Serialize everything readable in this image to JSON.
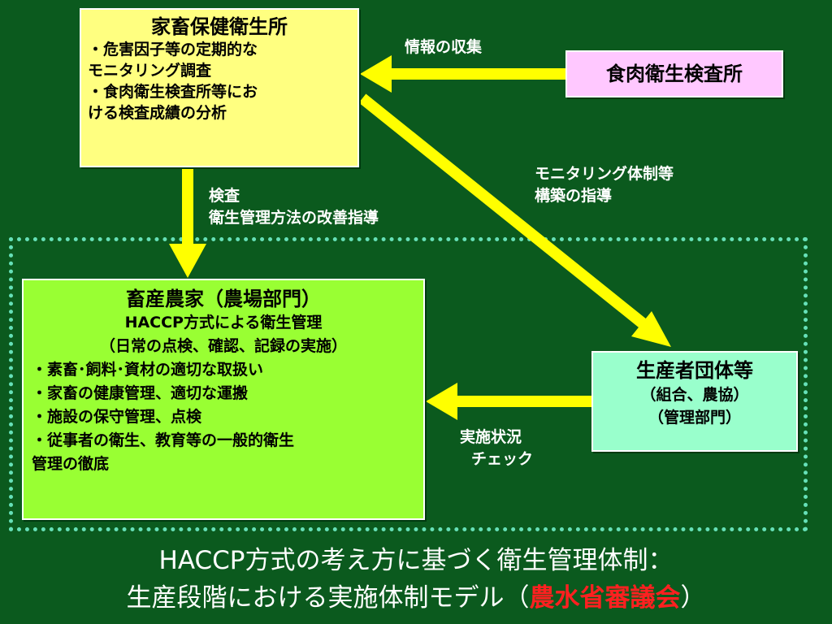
{
  "box_hygiene": {
    "title": "家畜保健衛生所",
    "lines": [
      "・危害因子等の定期的な",
      "モニタリング調査",
      "・食肉衛生検査所等にお",
      "ける検査成績の分析"
    ]
  },
  "box_meat": {
    "title": "食肉衛生検査所"
  },
  "box_farm": {
    "title": "畜産農家（農場部門）",
    "subtitle1": "HACCP方式による衛生管理",
    "subtitle2": "（日常の点検、確認、記録の実施）",
    "lines": [
      "・素畜･飼料･資材の適切な取扱い",
      "・家畜の健康管理、適切な運搬",
      "・施設の保守管理、点検",
      "・従事者の衛生、教育等の一般的衛生",
      "管理の徹底"
    ]
  },
  "box_producer": {
    "title": "生産者団体等",
    "line1": "（組合、農協）",
    "line2": "（管理部門）"
  },
  "labels": {
    "info_collect": "情報の収集",
    "inspection_line1": "検査",
    "inspection_line2": "衛生管理方法の改善指導",
    "monitoring_line1": "モニタリング体制等",
    "monitoring_line2": "構築の指導",
    "check_line1": "実施状況",
    "check_line2": "チェック"
  },
  "caption": {
    "line1": "HACCP方式の考え方に基づく衛生管理体制：",
    "line2_main": "生産段階における実施体制モデル（",
    "line2_red": "農水省審議会",
    "line2_end": "）"
  },
  "colors": {
    "background": "#0b5a1e",
    "arrow": "#ffff00",
    "box_hygiene": "#ffff80",
    "box_meat": "#ffc8ff",
    "box_farm": "#99ff33",
    "box_producer": "#99ffcc",
    "dotted_border": "#66e0b8",
    "accent_red": "#ff2020"
  }
}
